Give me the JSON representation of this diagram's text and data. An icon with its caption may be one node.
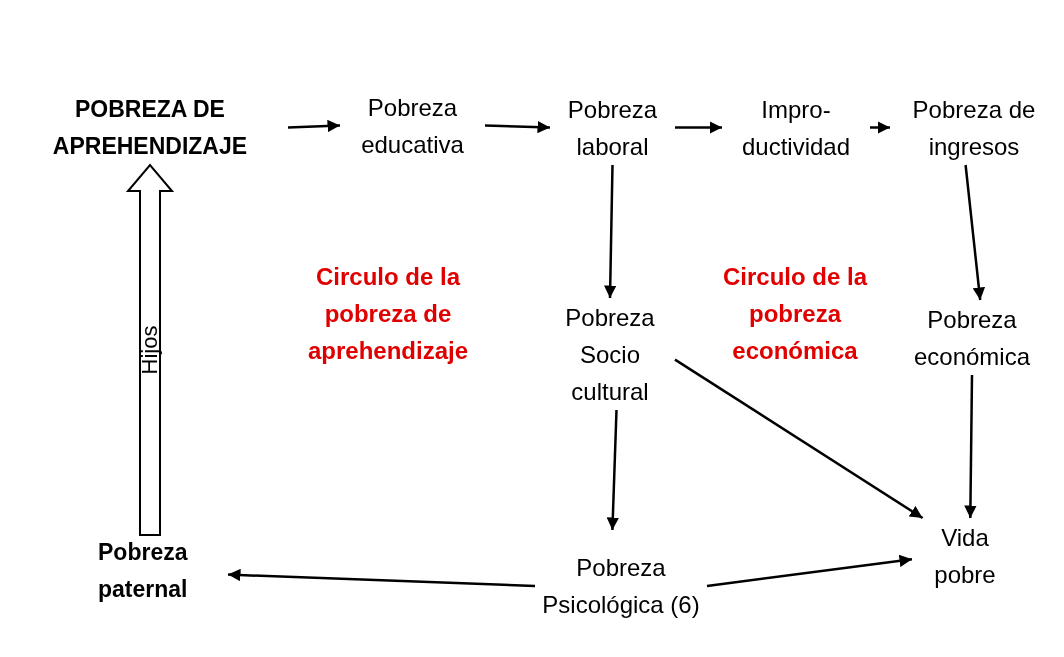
{
  "diagram": {
    "nodes": [
      {
        "text": [
          "POBREZA DE APREHENDIZAJE"
        ]
      },
      {
        "text": [
          "Pobreza educativa"
        ]
      },
      {
        "text": [
          "Pobreza laboral"
        ]
      },
      {
        "text": [
          "Impro-ductividad"
        ]
      },
      {
        "text": [
          "Pobreza de ingresos"
        ]
      },
      {
        "text": [
          "Pobreza Socio cultural"
        ]
      },
      {
        "text": [
          "Pobreza económica"
        ]
      },
      {
        "text": [
          "Pobreza Psicológica (6)"
        ]
      },
      {
        "text": [
          "Vida pobre"
        ]
      },
      {
        "text": [
          "Pobreza paternal"
        ]
      }
    ],
    "edges": [
      {
        "from": 0,
        "to": 1,
        "arrow": "to"
      },
      {
        "from": 1,
        "to": 2,
        "arrow": "to"
      },
      {
        "from": 2,
        "to": 3,
        "arrow": "to"
      },
      {
        "from": 3,
        "to": 4,
        "arrow": "to"
      },
      {
        "from": 2,
        "to": 5,
        "arrow": "to"
      },
      {
        "from": 4,
        "to": 6,
        "arrow": "to"
      },
      {
        "from": 5,
        "to": 8,
        "arrow": "to"
      },
      {
        "from": 6,
        "to": 8,
        "arrow": "to"
      },
      {
        "from": 5,
        "to": 7,
        "arrow": "to"
      },
      {
        "from": 7,
        "to": 8,
        "arrow": "to"
      },
      {
        "from": 7,
        "to": 9,
        "arrow": "to"
      },
      {
        "from": 9,
        "to": 0,
        "arrow": "to",
        "label": "Hijos",
        "style": "thick"
      }
    ],
    "labels": [
      "Circulo de la pobreza de aprehendizaje",
      "Circulo de la pobreza económica"
    ]
  }
}
